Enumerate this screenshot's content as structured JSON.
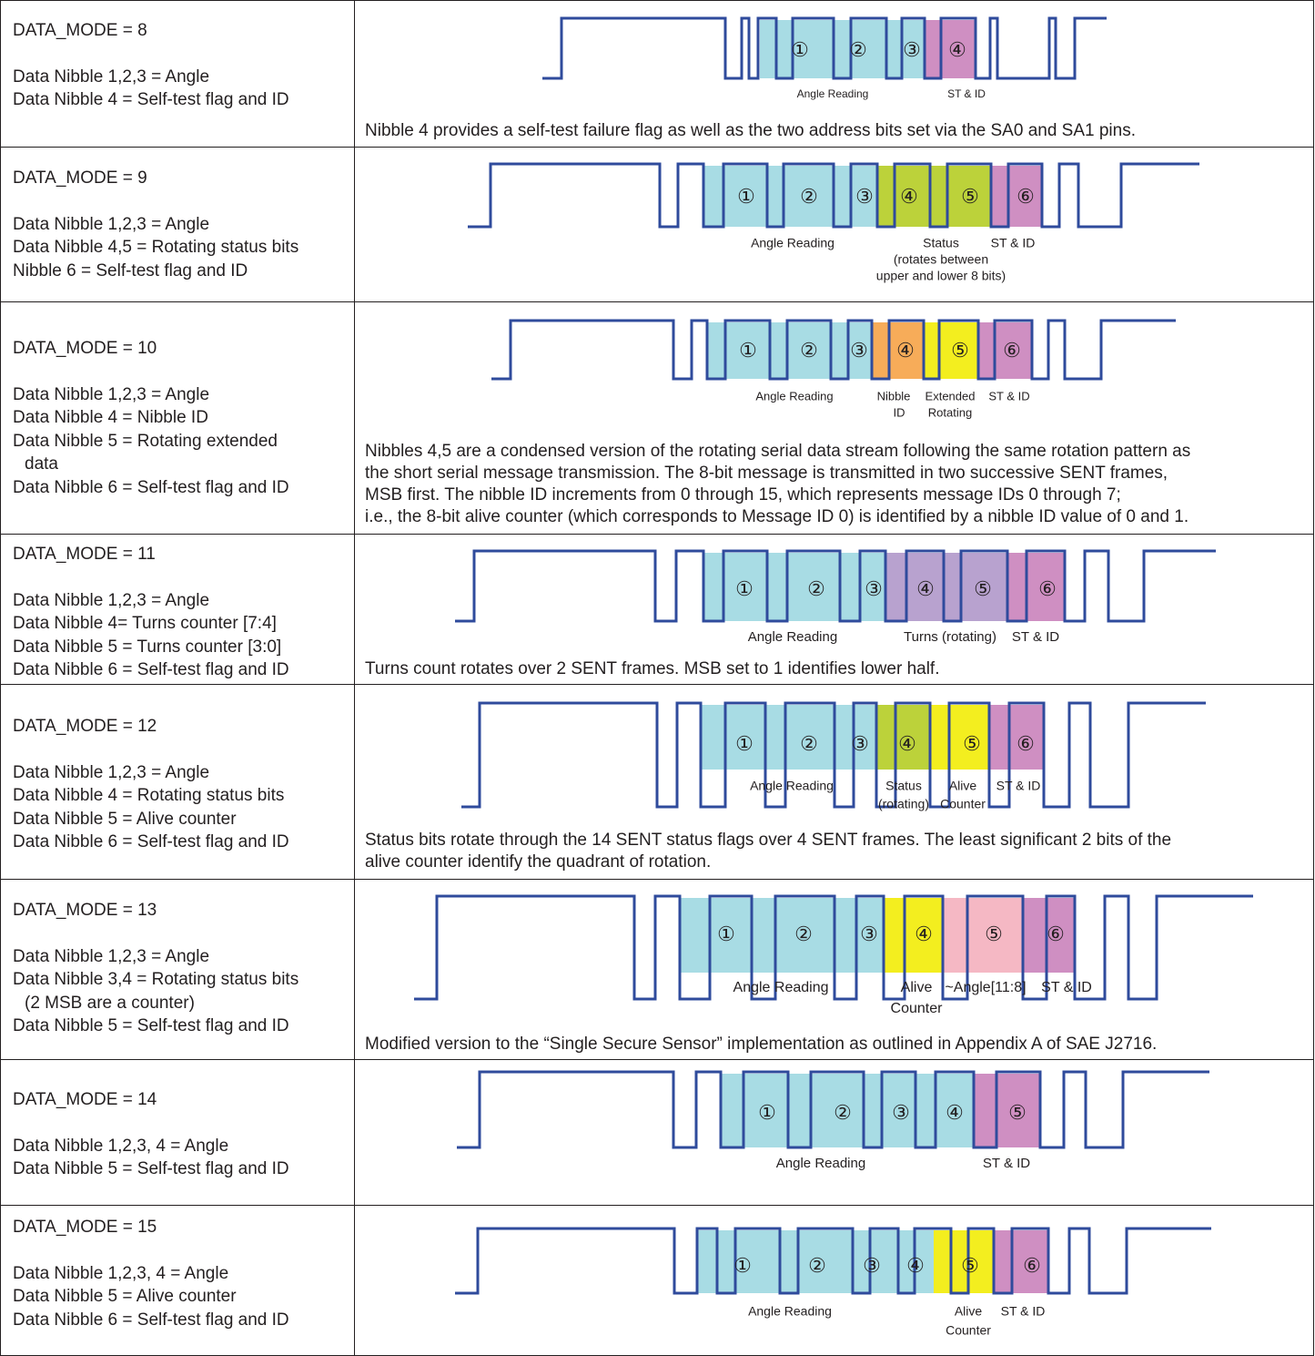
{
  "colors": {
    "wave": "#2f4b9c",
    "angle": "#a8dce4",
    "st_id": "#cf8fc2",
    "status": "#bcd23a",
    "nibble_id": "#f7ac59",
    "extended": "#f3ee1f",
    "turns": "#b8a2cf",
    "alive": "#f3ee1f",
    "angle_inv": "#f5b8c4",
    "border": "#231f20"
  },
  "rows": [
    {
      "mode": "DATA_MODE = 8",
      "lines": [
        "Data Nibble 1,2,3 = Angle",
        "Data Nibble 4 = Self-test flag and ID"
      ],
      "nibbles": [
        {
          "num": "①",
          "color": "angle"
        },
        {
          "num": "②",
          "color": "angle"
        },
        {
          "num": "③",
          "color": "angle"
        },
        {
          "num": "④",
          "color": "st_id"
        }
      ],
      "labels": [
        "Angle Reading",
        "ST & ID"
      ],
      "note": "Nibble 4 provides a self-test failure flag as well as the two address bits set via the SA0 and SA1 pins."
    },
    {
      "mode": "DATA_MODE = 9",
      "lines": [
        "Data Nibble 1,2,3 = Angle",
        "Data Nibble 4,5 = Rotating status bits",
        "Nibble 6 = Self-test flag and ID"
      ],
      "nibbles": [
        {
          "num": "①",
          "color": "angle"
        },
        {
          "num": "②",
          "color": "angle"
        },
        {
          "num": "③",
          "color": "angle"
        },
        {
          "num": "④",
          "color": "status"
        },
        {
          "num": "⑤",
          "color": "status"
        },
        {
          "num": "⑥",
          "color": "st_id"
        }
      ],
      "labels": [
        "Angle Reading",
        "Status",
        "(rotates between",
        "upper and lower 8 bits)",
        "ST & ID"
      ],
      "note": ""
    },
    {
      "mode": "DATA_MODE = 10",
      "lines": [
        "Data Nibble 1,2,3 = Angle",
        "Data Nibble 4 = Nibble ID",
        "Data Nibble 5 = Rotating extended",
        "data",
        "Data Nibble 6 = Self-test flag and ID"
      ],
      "nibbles": [
        {
          "num": "①",
          "color": "angle"
        },
        {
          "num": "②",
          "color": "angle"
        },
        {
          "num": "③",
          "color": "angle"
        },
        {
          "num": "④",
          "color": "nibble_id"
        },
        {
          "num": "⑤",
          "color": "extended"
        },
        {
          "num": "⑥",
          "color": "st_id"
        }
      ],
      "labels": [
        "Angle Reading",
        "Nibble",
        "ID",
        "Extended",
        "Rotating",
        "ST & ID"
      ],
      "note_lines": [
        "Nibbles 4,5 are a condensed version of the rotating serial data stream following the same rotation pattern as",
        "the short serial message transmission. The 8-bit message is transmitted in two successive SENT frames,",
        "MSB first. The nibble ID increments from 0 through 15, which represents message IDs 0 through 7;",
        "i.e., the 8-bit alive counter (which corresponds to Message ID 0) is identified by a nibble ID value of 0 and 1."
      ]
    },
    {
      "mode": "DATA_MODE = 11",
      "lines": [
        "Data Nibble 1,2,3 = Angle",
        "Data Nibble 4= Turns counter [7:4]",
        "Data Nibble 5 = Turns counter [3:0]",
        "Data Nibble 6 = Self-test flag and ID"
      ],
      "nibbles": [
        {
          "num": "①",
          "color": "angle"
        },
        {
          "num": "②",
          "color": "angle"
        },
        {
          "num": "③",
          "color": "angle"
        },
        {
          "num": "④",
          "color": "turns"
        },
        {
          "num": "⑤",
          "color": "turns"
        },
        {
          "num": "⑥",
          "color": "st_id"
        }
      ],
      "labels": [
        "Angle Reading",
        "Turns (rotating)",
        "ST & ID"
      ],
      "note": "Turns count rotates over 2 SENT frames. MSB set to 1 identifies lower half."
    },
    {
      "mode": "DATA_MODE = 12",
      "lines": [
        "Data Nibble 1,2,3 = Angle",
        "Data Nibble 4 = Rotating status bits",
        "Data Nibble 5 = Alive counter",
        "Data Nibble 6 = Self-test flag and ID"
      ],
      "nibbles": [
        {
          "num": "①",
          "color": "angle"
        },
        {
          "num": "②",
          "color": "angle"
        },
        {
          "num": "③",
          "color": "angle"
        },
        {
          "num": "④",
          "color": "status"
        },
        {
          "num": "⑤",
          "color": "alive"
        },
        {
          "num": "⑥",
          "color": "st_id"
        }
      ],
      "labels": [
        "Angle Reading",
        "Status",
        "(rotating)",
        "Alive",
        "Counter",
        "ST & ID"
      ],
      "note_lines": [
        "Status bits rotate through the 14 SENT status flags over 4 SENT frames. The least significant 2 bits of the",
        "alive counter identify the quadrant of rotation."
      ]
    },
    {
      "mode": "DATA_MODE = 13",
      "lines": [
        "Data Nibble 1,2,3 = Angle",
        "Data Nibble 3,4 = Rotating status bits",
        "(2 MSB are a counter)",
        "Data Nibble 5 = Self-test flag and ID"
      ],
      "nibbles": [
        {
          "num": "①",
          "color": "angle"
        },
        {
          "num": "②",
          "color": "angle"
        },
        {
          "num": "③",
          "color": "angle"
        },
        {
          "num": "④",
          "color": "alive"
        },
        {
          "num": "⑤",
          "color": "angle_inv"
        },
        {
          "num": "⑥",
          "color": "st_id"
        }
      ],
      "labels": [
        "Angle Reading",
        "Alive",
        "Counter",
        "~Angle[11:8]",
        "ST & ID"
      ],
      "note": "Modified version to the “Single Secure Sensor” implementation as outlined in Appendix A of SAE J2716."
    },
    {
      "mode": "DATA_MODE = 14",
      "lines": [
        "Data Nibble 1,2,3, 4 = Angle",
        "Data Nibble 5 = Self-test flag and ID"
      ],
      "nibbles": [
        {
          "num": "①",
          "color": "angle"
        },
        {
          "num": "②",
          "color": "angle"
        },
        {
          "num": "③",
          "color": "angle"
        },
        {
          "num": "④",
          "color": "angle"
        },
        {
          "num": "⑤",
          "color": "st_id"
        }
      ],
      "labels": [
        "Angle Reading",
        "ST & ID"
      ],
      "note": ""
    },
    {
      "mode": "DATA_MODE = 15",
      "lines": [
        "Data Nibble 1,2,3, 4 = Angle",
        "Data Nibble 5 = Alive counter",
        "Data Nibble 6 = Self-test flag and ID"
      ],
      "nibbles": [
        {
          "num": "①",
          "color": "angle"
        },
        {
          "num": "②",
          "color": "angle"
        },
        {
          "num": "③",
          "color": "angle"
        },
        {
          "num": "④",
          "color": "angle"
        },
        {
          "num": "⑤",
          "color": "alive"
        },
        {
          "num": "⑥",
          "color": "st_id"
        }
      ],
      "labels": [
        "Angle Reading",
        "Alive",
        "Counter",
        "ST & ID"
      ],
      "note": ""
    }
  ]
}
